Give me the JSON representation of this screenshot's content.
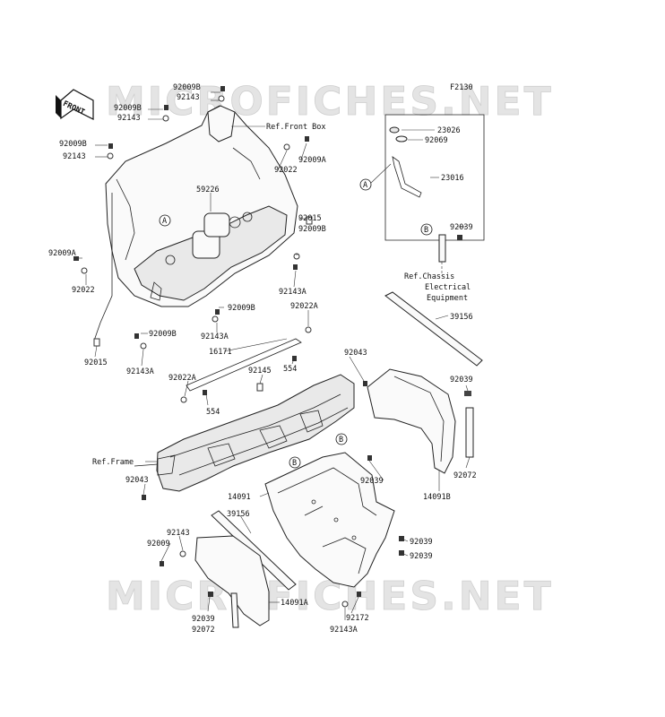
{
  "diagram_code": "F2130",
  "watermark": "MICROFICHES.NET",
  "front_label": "FRONT",
  "callouts": {
    "a": "A",
    "b": "B"
  },
  "labels": {
    "l01": "92009B",
    "l02": "92143",
    "l03": "92009B",
    "l04": "92143",
    "l05": "Ref.Front Box",
    "l06": "92009B",
    "l07": "92143",
    "l08": "92009A",
    "l09": "92022",
    "l10": "59226",
    "l11": "92015",
    "l12": "92009B",
    "l13": "92009A",
    "l14": "92022",
    "l15": "92143A",
    "l16": "92009B",
    "l17": "92143A",
    "l18": "92009B",
    "l19": "92015",
    "l20": "92143A",
    "l21": "92022A",
    "l22": "16171",
    "l23": "92145",
    "l24": "554",
    "l25": "92043",
    "l26": "92022A",
    "l27": "554",
    "l28": "Ref.Frame",
    "l29": "92043",
    "l30": "23026",
    "l31": "92069",
    "l32": "23016",
    "l33": "92039",
    "l34": "Ref.Chassis",
    "l35": "Electrical",
    "l36": "Equipment",
    "l37": "39156",
    "l38": "92039",
    "l39": "92072",
    "l40": "14091B",
    "l41": "92039",
    "l42": "14091",
    "l43": "39156",
    "l44": "92143",
    "l45": "92009",
    "l46": "92039",
    "l47": "92039",
    "l48": "14091A",
    "l49": "92039",
    "l50": "92072",
    "l51": "92172",
    "l52": "92143A"
  }
}
